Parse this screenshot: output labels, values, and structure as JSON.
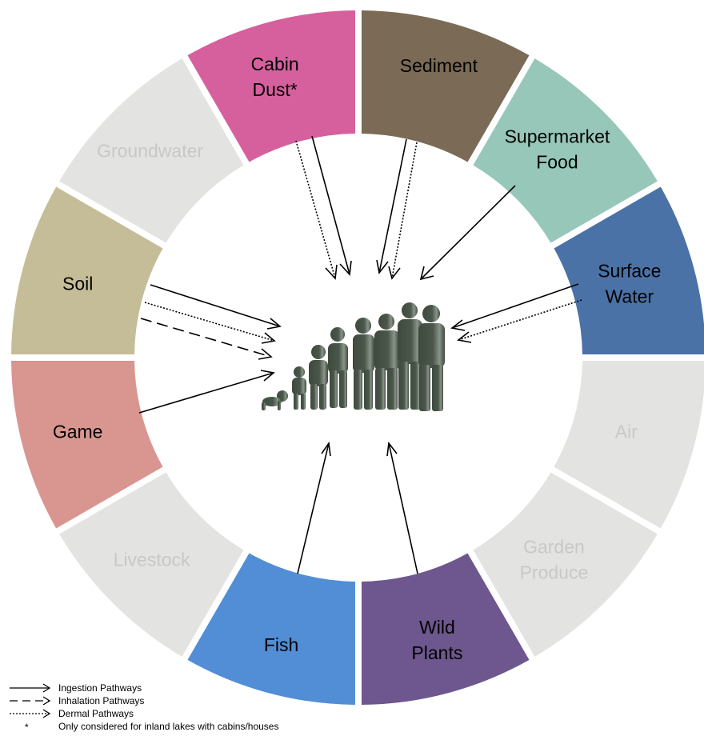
{
  "segments": [
    {
      "id": "cabin-dust",
      "lines": [
        "Cabin",
        "Dust*"
      ],
      "color": "#D6609E",
      "text_color": "#000000"
    },
    {
      "id": "sediment",
      "lines": [
        "Sediment"
      ],
      "color": "#7B6A55",
      "text_color": "#000000"
    },
    {
      "id": "supermarket-food",
      "lines": [
        "Supermarket",
        "Food"
      ],
      "color": "#97C7B8",
      "text_color": "#000000"
    },
    {
      "id": "surface-water",
      "lines": [
        "Surface",
        "Water"
      ],
      "color": "#4A72A6",
      "text_color": "#000000"
    },
    {
      "id": "air",
      "lines": [
        "Air"
      ],
      "color": "#E3E3E1",
      "text_color": "#C8C8C8"
    },
    {
      "id": "garden-produce",
      "lines": [
        "Garden",
        "Produce"
      ],
      "color": "#E3E3E1",
      "text_color": "#C8C8C8"
    },
    {
      "id": "wild-plants",
      "lines": [
        "Wild",
        "Plants"
      ],
      "color": "#6D578E",
      "text_color": "#000000"
    },
    {
      "id": "fish",
      "lines": [
        "Fish"
      ],
      "color": "#528ED6",
      "text_color": "#000000"
    },
    {
      "id": "livestock",
      "lines": [
        "Livestock"
      ],
      "color": "#E3E3E1",
      "text_color": "#C8C8C8"
    },
    {
      "id": "game",
      "lines": [
        "Game"
      ],
      "color": "#D99590",
      "text_color": "#000000"
    },
    {
      "id": "soil",
      "lines": [
        "Soil"
      ],
      "color": "#C5BD98",
      "text_color": "#000000"
    },
    {
      "id": "groundwater",
      "lines": [
        "Groundwater"
      ],
      "color": "#E3E3E1",
      "text_color": "#C8C8C8"
    }
  ],
  "pathway_types": {
    "ingestion": {
      "dash": "none"
    },
    "inhalation": {
      "dash": "14 7"
    },
    "dermal": {
      "dash": "2 2"
    }
  },
  "legend": {
    "ingestion_label": "Ingestion Pathways",
    "inhalation_label": "Inhalation Pathways",
    "dermal_label": "Dermal Pathways",
    "asterisk": "*",
    "note": "Only considered for inland lakes with cabins/houses"
  },
  "colors": {
    "ring_gap": "#ffffff",
    "arrow": "#000000",
    "silhouette": "#3E4A3E"
  },
  "center_graphic": {
    "name": "human-silhouettes"
  }
}
